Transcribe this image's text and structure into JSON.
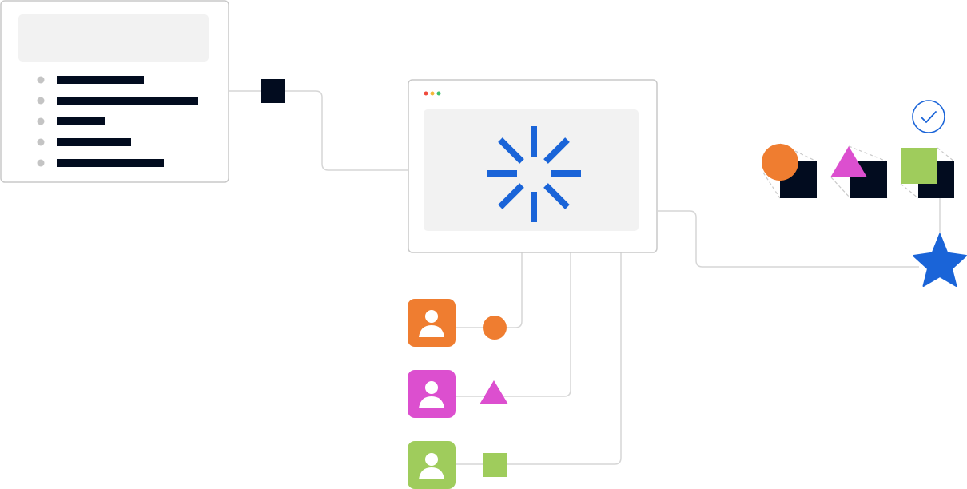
{
  "colors": {
    "line": "#d6d6d6",
    "panel_border": "#c9c9c9",
    "panel_fill": "#f2f2f2",
    "bullet": "#c4c4c4",
    "dark": "#020c1f",
    "blue": "#1a64d8",
    "orange": "#ef7d30",
    "magenta": "#dc4fcf",
    "green": "#9fcc5c",
    "dot_red": "#ef4a3c",
    "dot_yellow": "#f4b738",
    "dot_green": "#3fbf6c"
  },
  "list_card": {
    "item_count": 5
  },
  "app_window": {
    "status": "loading",
    "icon": "loading-spinner-icon"
  },
  "users": [
    {
      "name": "user-orange",
      "color": "orange",
      "shape": "circle"
    },
    {
      "name": "user-magenta",
      "color": "magenta",
      "shape": "triangle"
    },
    {
      "name": "user-green",
      "color": "green",
      "shape": "square"
    }
  ],
  "result": {
    "icons": [
      "check-circle-icon",
      "star-icon"
    ],
    "shape_pairs": [
      "circle",
      "triangle",
      "square"
    ]
  }
}
